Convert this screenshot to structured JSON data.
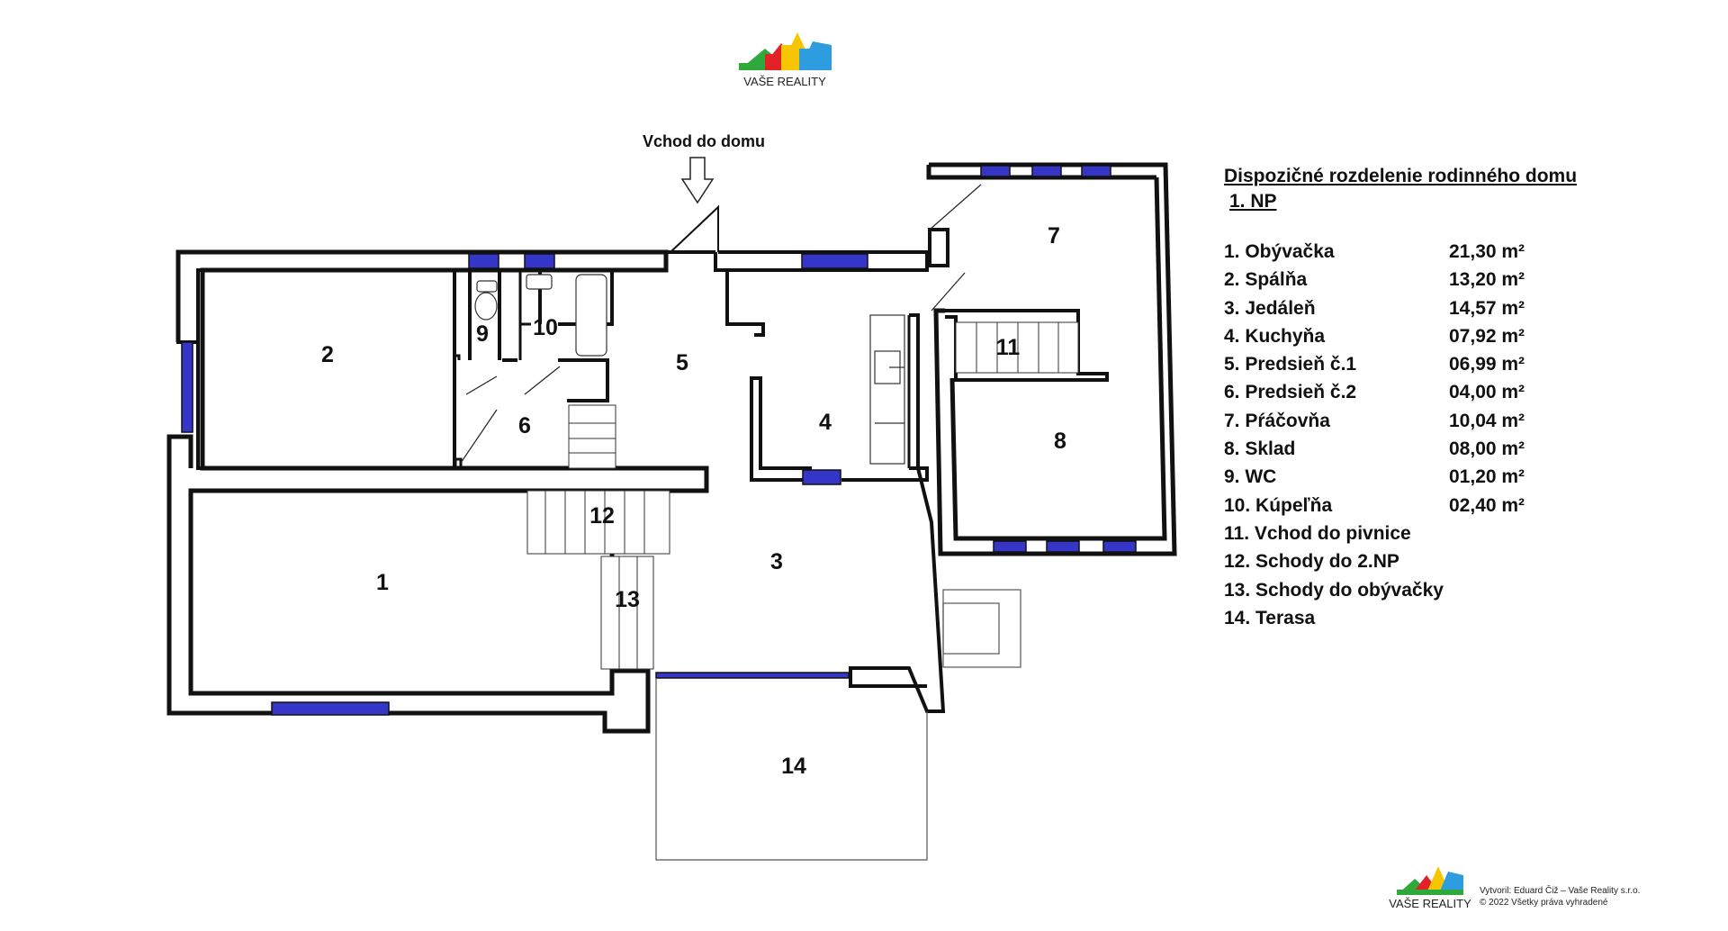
{
  "logo": {
    "brand": "VAŠE REALITY",
    "colors": [
      "#2eaa3c",
      "#e32227",
      "#f7c600",
      "#2d9de0"
    ]
  },
  "entry_label": "Vchod do domu",
  "legend": {
    "title": "Dispozičné rozdelenie rodinného domu",
    "floor": "1. NP",
    "items": [
      {
        "name": "1. Obývačka",
        "area": "21,30 m²"
      },
      {
        "name": "2. Spálňa",
        "area": "13,20 m²"
      },
      {
        "name": "3. Jedáleň",
        "area": "14,57 m²"
      },
      {
        "name": "4. Kuchyňa",
        "area": "07,92 m²"
      },
      {
        "name": "5. Predsieň č.1",
        "area": "06,99 m²"
      },
      {
        "name": "6. Predsieň č.2",
        "area": "04,00 m²"
      },
      {
        "name": "7. Pŕáčovňa",
        "area": "10,04 m²"
      },
      {
        "name": "8. Sklad",
        "area": "08,00 m²"
      },
      {
        "name": "9. WC",
        "area": "01,20 m²"
      },
      {
        "name": "10. Kúpeľňa",
        "area": "02,40 m²"
      },
      {
        "name": "11. Vchod do pivnice",
        "area": ""
      },
      {
        "name": "12. Schody do 2.NP",
        "area": ""
      },
      {
        "name": "13. Schody do obývačky",
        "area": ""
      },
      {
        "name": "14. Terasa",
        "area": ""
      }
    ]
  },
  "rooms": [
    "1",
    "2",
    "3",
    "4",
    "5",
    "6",
    "7",
    "8",
    "9",
    "10",
    "11",
    "12",
    "13",
    "14"
  ],
  "credit": {
    "line1": "Vytvoril: Eduard Čiž – Vaše Reality s.r.o.",
    "line2": "© 2022 Všetky práva vyhradené"
  },
  "colors": {
    "wall": "#111111",
    "window": "#3535c8"
  }
}
